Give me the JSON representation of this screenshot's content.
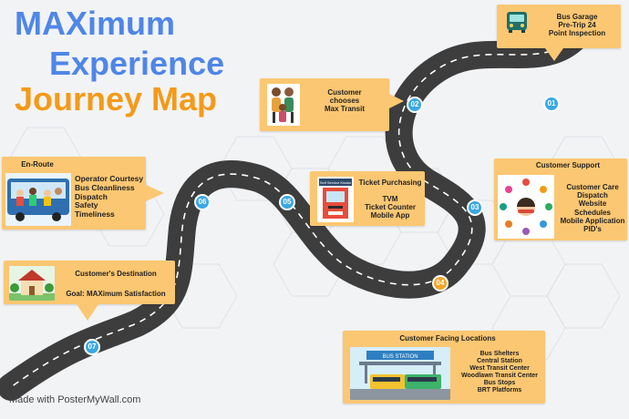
{
  "title": {
    "line1": "MAXimum",
    "line2": "Experience",
    "line3": "Journey Map"
  },
  "colors": {
    "title_blue": "#4f86e8",
    "title_orange": "#f49a18",
    "card": "#fbc772",
    "road": "#3d3d3d",
    "node_blue": "#3aa8e3",
    "node_orange": "#f3a428"
  },
  "stops": [
    {
      "number": "01",
      "lines": [
        "Bus Garage",
        "Pre-Trip 24",
        "Point Inspection"
      ],
      "icon": "bus-front-icon"
    },
    {
      "number": "02",
      "lines": [
        "Customer",
        "chooses",
        "Max Transit"
      ],
      "icon": "family-icon"
    },
    {
      "number": "03",
      "title": "Customer Support",
      "lines": [
        "Customer Care",
        "Dispatch",
        "Website",
        "Schedules",
        "Mobile Application",
        "PID's"
      ],
      "icon": "support-agent-icon"
    },
    {
      "number": "04",
      "title": "Customer  Facing Locations",
      "lines": [
        "Bus Shelters",
        "Central Station",
        "West Transit Center",
        "Woodlawn Transit Center",
        "Bus Stops",
        "BRT Platforms"
      ],
      "icon": "bus-station-icon",
      "sign": "BUS STATION"
    },
    {
      "number": "05",
      "title": "Ticket Purchasing",
      "lines": [
        "TVM",
        "Ticket Counter",
        "Mobile App"
      ],
      "icon": "ticket-machine-icon",
      "sign": "Self Service Kiosks"
    },
    {
      "number": "06",
      "title": "En-Route",
      "lines": [
        "Operator Courtesy",
        "Bus Cleanliness",
        "Dispatch",
        "Safety",
        "Timeliness"
      ],
      "icon": "bus-interior-icon"
    },
    {
      "number": "07",
      "title": "Customer's Destination",
      "lines": [
        "Goal: MAXimum Satisfaction"
      ],
      "icon": "house-icon"
    }
  ],
  "footer": "Made with PosterMyWall.com"
}
